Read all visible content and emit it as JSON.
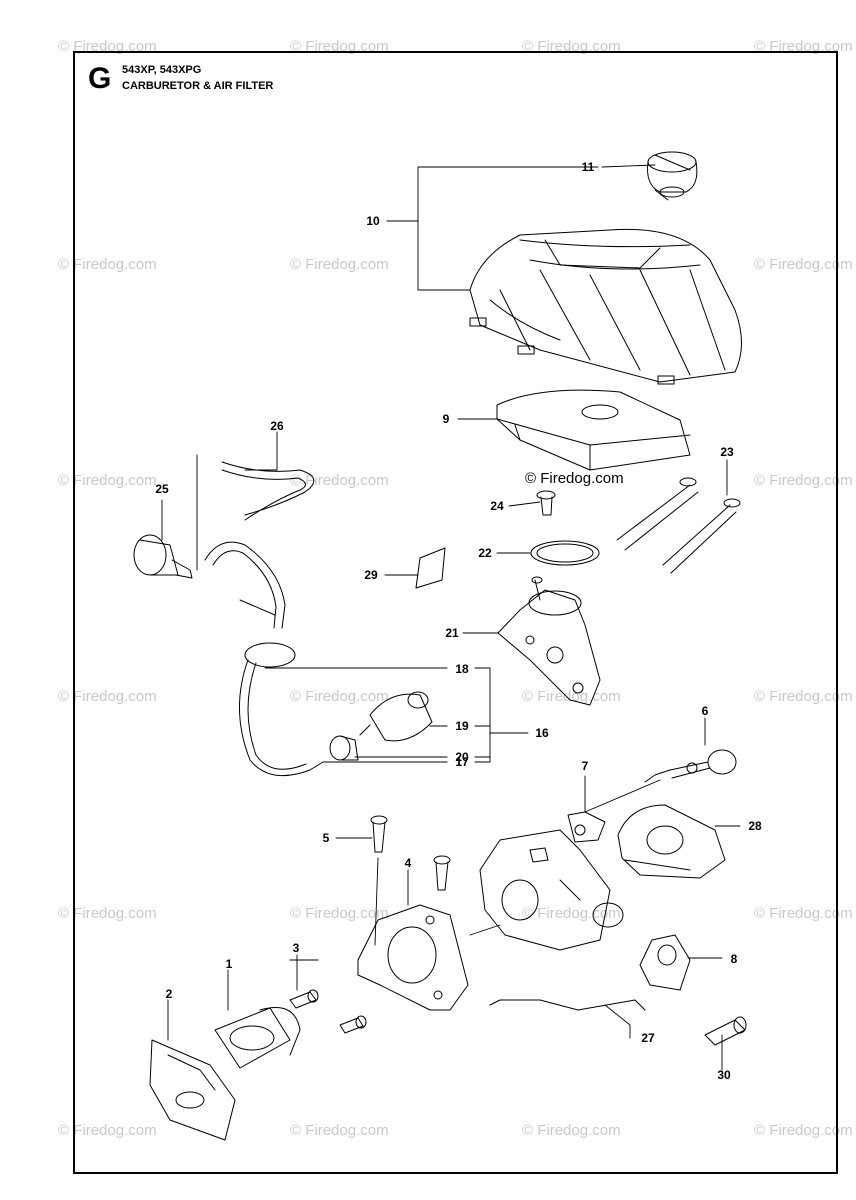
{
  "header": {
    "section_letter": "G",
    "model": "543XP, 543XPG",
    "title": "CARBURETOR & AIR FILTER"
  },
  "watermark": {
    "text": "© Firedog.com",
    "center_text": "© Firedog.com"
  },
  "callouts": {
    "c1": "1",
    "c2": "2",
    "c3": "3",
    "c4": "4",
    "c5": "5",
    "c6": "6",
    "c7": "7",
    "c8": "8",
    "c9": "9",
    "c10": "10",
    "c11": "11",
    "c16": "16",
    "c17": "17",
    "c18": "18",
    "c19": "19",
    "c20": "20",
    "c21": "21",
    "c22": "22",
    "c23": "23",
    "c24": "24",
    "c25": "25",
    "c26": "26",
    "c27": "27",
    "c28": "28",
    "c29": "29",
    "c30": "30"
  }
}
